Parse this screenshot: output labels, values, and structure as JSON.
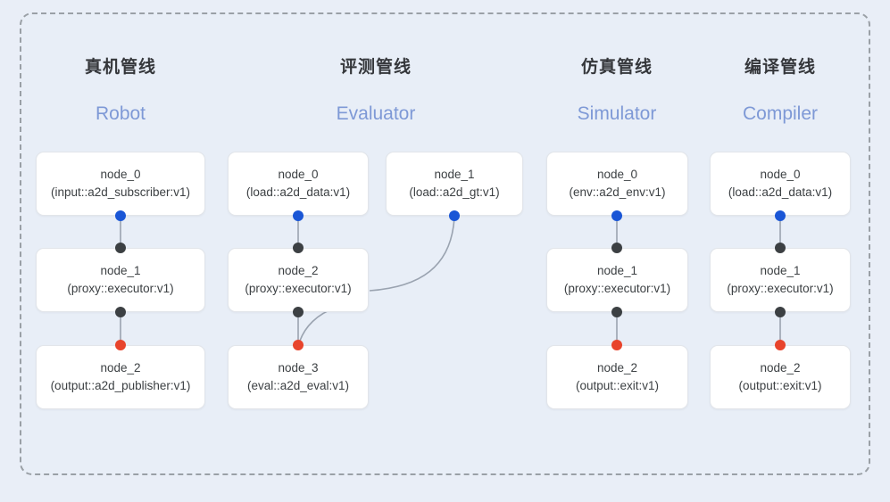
{
  "frame": {
    "style": "dashed-rounded"
  },
  "colors": {
    "background": "#e9eef7",
    "frame_border": "#9aa0a6",
    "node_fill": "#ffffff",
    "node_border": "#e2e5ea",
    "title_cn": "#35373b",
    "title_en": "#7e99d6",
    "dot_source": "#1a56d6",
    "dot_middle": "#3c4043",
    "dot_sink": "#e8442c",
    "edge_line": "#9aa3b0"
  },
  "columns": [
    {
      "id": "robot",
      "title_cn": "真机管线",
      "title_en": "Robot",
      "nodes": [
        {
          "name": "node_0",
          "spec": "(input::a2d_subscriber:v1)"
        },
        {
          "name": "node_1",
          "spec": "(proxy::executor:v1)"
        },
        {
          "name": "node_2",
          "spec": "(output::a2d_publisher:v1)"
        }
      ]
    },
    {
      "id": "evaluator",
      "title_cn": "评测管线",
      "title_en": "Evaluator",
      "nodes": [
        {
          "name": "node_0",
          "spec": "(load::a2d_data:v1)"
        },
        {
          "name": "node_1",
          "spec": "(load::a2d_gt:v1)"
        },
        {
          "name": "node_2",
          "spec": "(proxy::executor:v1)"
        },
        {
          "name": "node_3",
          "spec": "(eval::a2d_eval:v1)"
        }
      ]
    },
    {
      "id": "simulator",
      "title_cn": "仿真管线",
      "title_en": "Simulator",
      "nodes": [
        {
          "name": "node_0",
          "spec": "(env::a2d_env:v1)"
        },
        {
          "name": "node_1",
          "spec": "(proxy::executor:v1)"
        },
        {
          "name": "node_2",
          "spec": "(output::exit:v1)"
        }
      ]
    },
    {
      "id": "compiler",
      "title_cn": "编译管线",
      "title_en": "Compiler",
      "nodes": [
        {
          "name": "node_0",
          "spec": "(load::a2d_data:v1)"
        },
        {
          "name": "node_1",
          "spec": "(proxy::executor:v1)"
        },
        {
          "name": "node_2",
          "spec": "(output::exit:v1)"
        }
      ]
    }
  ]
}
